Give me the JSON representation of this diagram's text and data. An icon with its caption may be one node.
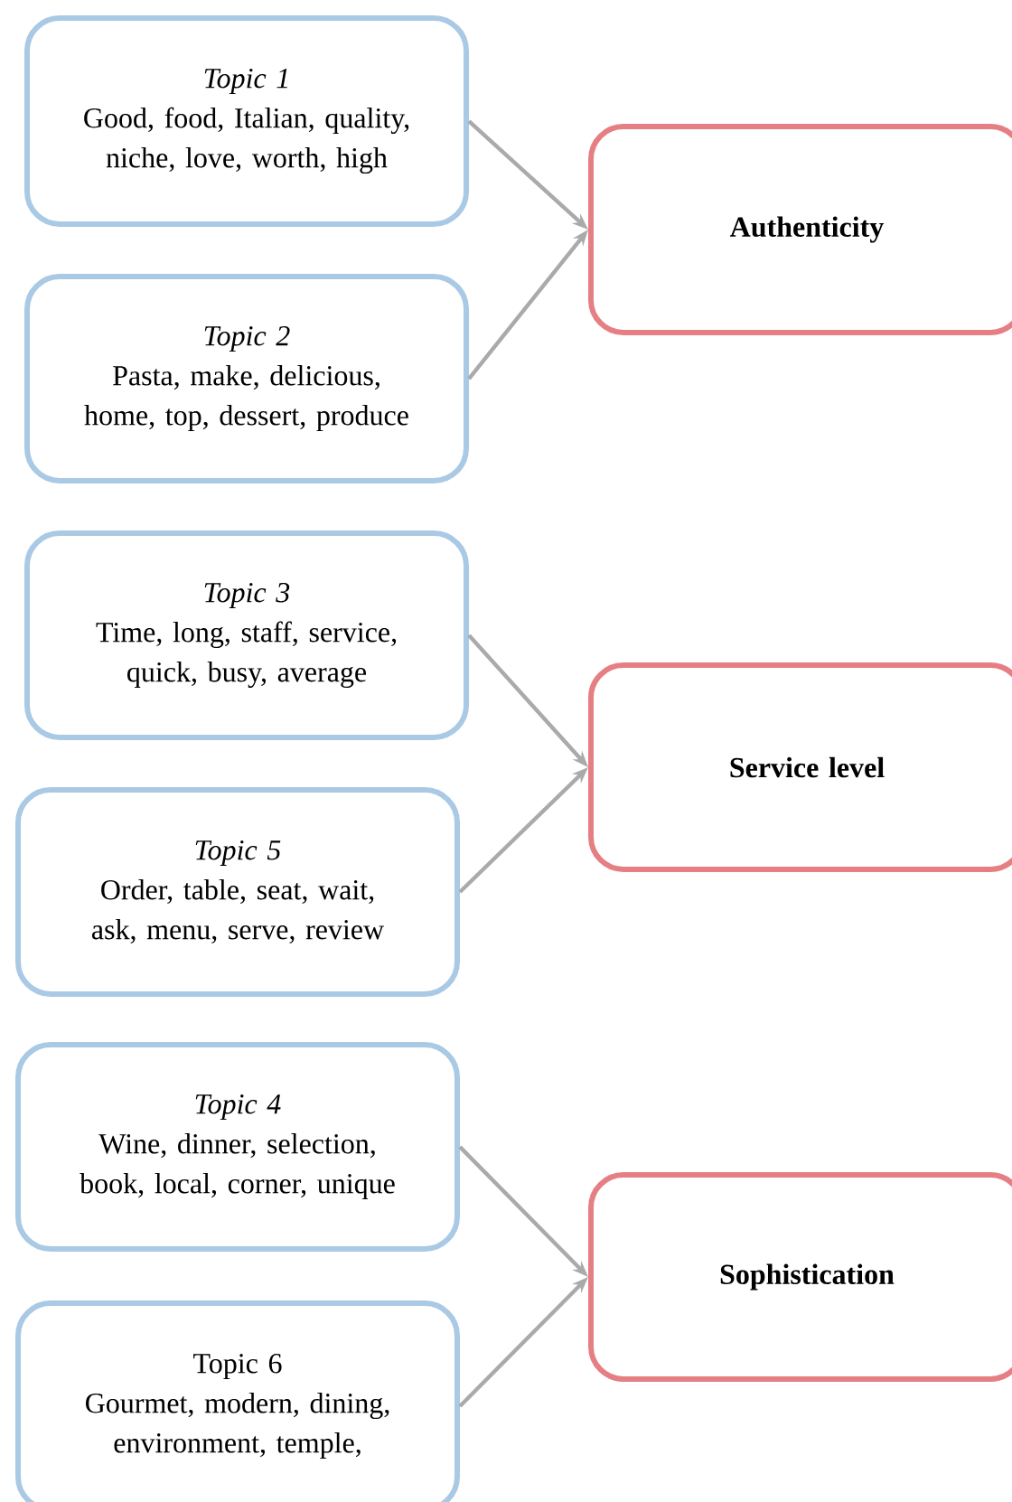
{
  "diagram": {
    "nodes": [
      {
        "text": [
          "Topic 1",
          "Good, food, Italian, quality, niche, love, worth, high"
        ]
      },
      {
        "text": [
          "Topic 2",
          "Pasta, make, delicious, home, top, dessert, produce"
        ]
      },
      {
        "text": [
          "Authenticity"
        ]
      },
      {
        "text": [
          "Topic 3",
          "Time, long, staff, service, quick, busy, average"
        ]
      },
      {
        "text": [
          "Topic 5",
          "Order, table, seat, wait, ask, menu, serve, review"
        ]
      },
      {
        "text": [
          "Service level"
        ]
      },
      {
        "text": [
          "Topic 4",
          "Wine, dinner, selection, book, local, corner, unique"
        ]
      },
      {
        "text": [
          "Topic 6",
          "Gourmet, modern, dining, environment, temple,"
        ]
      },
      {
        "text": [
          "Sophistication"
        ]
      }
    ],
    "edges": [
      {
        "from": 0,
        "to": 2,
        "arrow": "to"
      },
      {
        "from": 1,
        "to": 2,
        "arrow": "to"
      },
      {
        "from": 3,
        "to": 5,
        "arrow": "to"
      },
      {
        "from": 4,
        "to": 5,
        "arrow": "to"
      },
      {
        "from": 6,
        "to": 8,
        "arrow": "to"
      },
      {
        "from": 7,
        "to": 8,
        "arrow": "to"
      }
    ]
  }
}
